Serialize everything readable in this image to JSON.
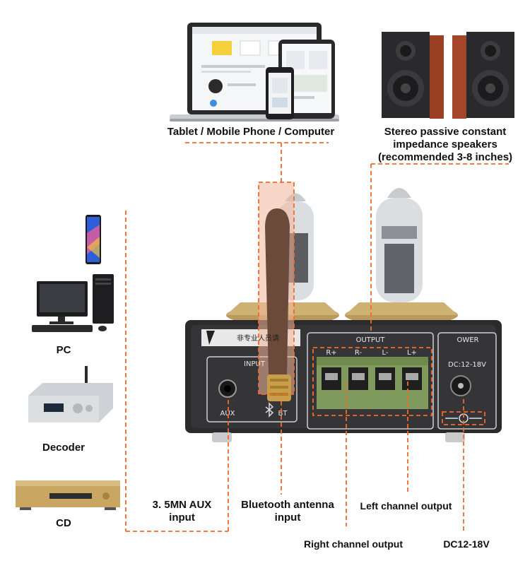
{
  "labels": {
    "devices_top": "Tablet / Mobile Phone / Computer",
    "speakers_line1": "Stereo passive constant",
    "speakers_line2": "impedance speakers",
    "speakers_line3": "(recommended 3-8 inches)",
    "pc": "PC",
    "decoder": "Decoder",
    "cd": "CD",
    "aux_line1": "3. 5MN AUX",
    "aux_line2": "input",
    "bt_line1": "Bluetooth antenna",
    "bt_line2": "input",
    "left_out": "Left channel output",
    "right_out": "Right channel output",
    "dc": "DC12-18V"
  },
  "panel": {
    "output_title": "OUTPUT",
    "input_title": "INPUT",
    "power_title": "OWER",
    "terminals": [
      "R+",
      "R-",
      "L-",
      "L+"
    ],
    "aux_port": "AUX",
    "bt_port": "BT",
    "dc_spec": "DC:12-18V",
    "brand_chars": "非专业人员请"
  },
  "colors": {
    "guide_line": "#f26b2a",
    "amp_body": "#2b2b2d",
    "terminal_green": "#7f9a5c",
    "antenna": "#6b4a3a",
    "speaker_wood": "#a0442a"
  }
}
